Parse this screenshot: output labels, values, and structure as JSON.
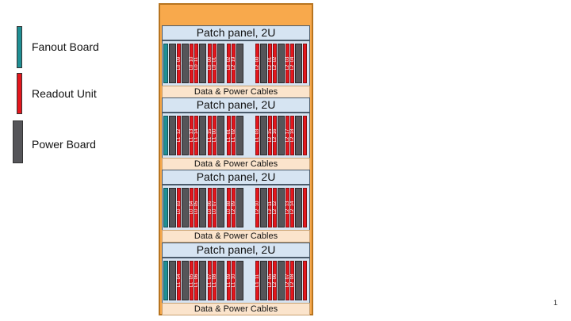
{
  "legend": {
    "fanout": {
      "label": "Fanout Board",
      "color": "#1f8f94"
    },
    "readout": {
      "label": "Readout Unit",
      "color": "#e4161d"
    },
    "power": {
      "label": "Power Board",
      "color": "#555559"
    }
  },
  "rack": {
    "crates": [
      {
        "patch_label": "Patch panel, 2U",
        "cables_label": "Data & Power Cables",
        "ru_labels": [
          "L0_09",
          "L0_10",
          "L0_11",
          "L0_00",
          "L0_01",
          "L0_02",
          "L2_19",
          "L2_00",
          "L2_01",
          "L2_02",
          "L2_03",
          "L2_04"
        ]
      },
      {
        "patch_label": "Patch panel, 2U",
        "cables_label": "Data & Power Cables",
        "ru_labels": [
          "L1_12",
          "L1_13",
          "L1_14",
          "L1_15",
          "L1_00",
          "L1_01",
          "L1_02",
          "L1_03",
          "L2_15",
          "L2_16",
          "L2_17",
          "L2_18"
        ]
      },
      {
        "patch_label": "Patch panel, 2U",
        "cables_label": "Data & Power Cables",
        "ru_labels": [
          "L0_03",
          "L0_04",
          "L0_05",
          "L0_06",
          "L0_07",
          "L0_08",
          "L2_09",
          "L2_10",
          "L2_11",
          "L2_12",
          "L2_13",
          "L2_14"
        ]
      },
      {
        "patch_label": "Patch panel, 2U",
        "cables_label": "Data & Power Cables",
        "ru_labels": [
          "L1_04",
          "L1_05",
          "L1_06",
          "L1_07",
          "L1_08",
          "L1_09",
          "L1_10",
          "L1_11",
          "L2_05",
          "L2_06",
          "L2_07",
          "L2_08"
        ]
      }
    ]
  },
  "page_number": "1"
}
